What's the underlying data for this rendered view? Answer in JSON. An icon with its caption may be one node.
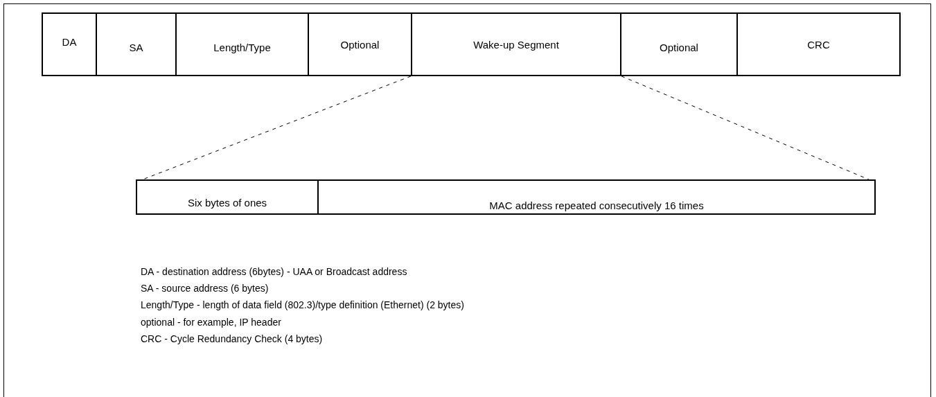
{
  "diagram": {
    "nodes": [
      {
        "text": [
          "DA"
        ]
      },
      {
        "text": [
          "SA"
        ]
      },
      {
        "text": [
          "Length/Type"
        ]
      },
      {
        "text": [
          "Optional"
        ]
      },
      {
        "text": [
          "Wake-up Segment"
        ]
      },
      {
        "text": [
          "Optional"
        ]
      },
      {
        "text": [
          "CRC"
        ]
      },
      {
        "text": [
          "Six bytes of ones"
        ]
      },
      {
        "text": [
          "MAC address repeated consecutively 16 times"
        ]
      }
    ],
    "edges": [
      {
        "from": 4,
        "to": 7,
        "arrow": "none",
        "style": "dashed"
      },
      {
        "from": 4,
        "to": 8,
        "arrow": "none",
        "style": "dashed"
      }
    ],
    "labels": [
      "DA - destination address (6bytes) - UAA or Broadcast address",
      "SA - source address (6 bytes)",
      "Length/Type - length of data field (802.3)/type definition (Ethernet) (2 bytes)",
      "optional - for example, IP header",
      "CRC - Cycle Redundancy Check (4 bytes)"
    ]
  }
}
